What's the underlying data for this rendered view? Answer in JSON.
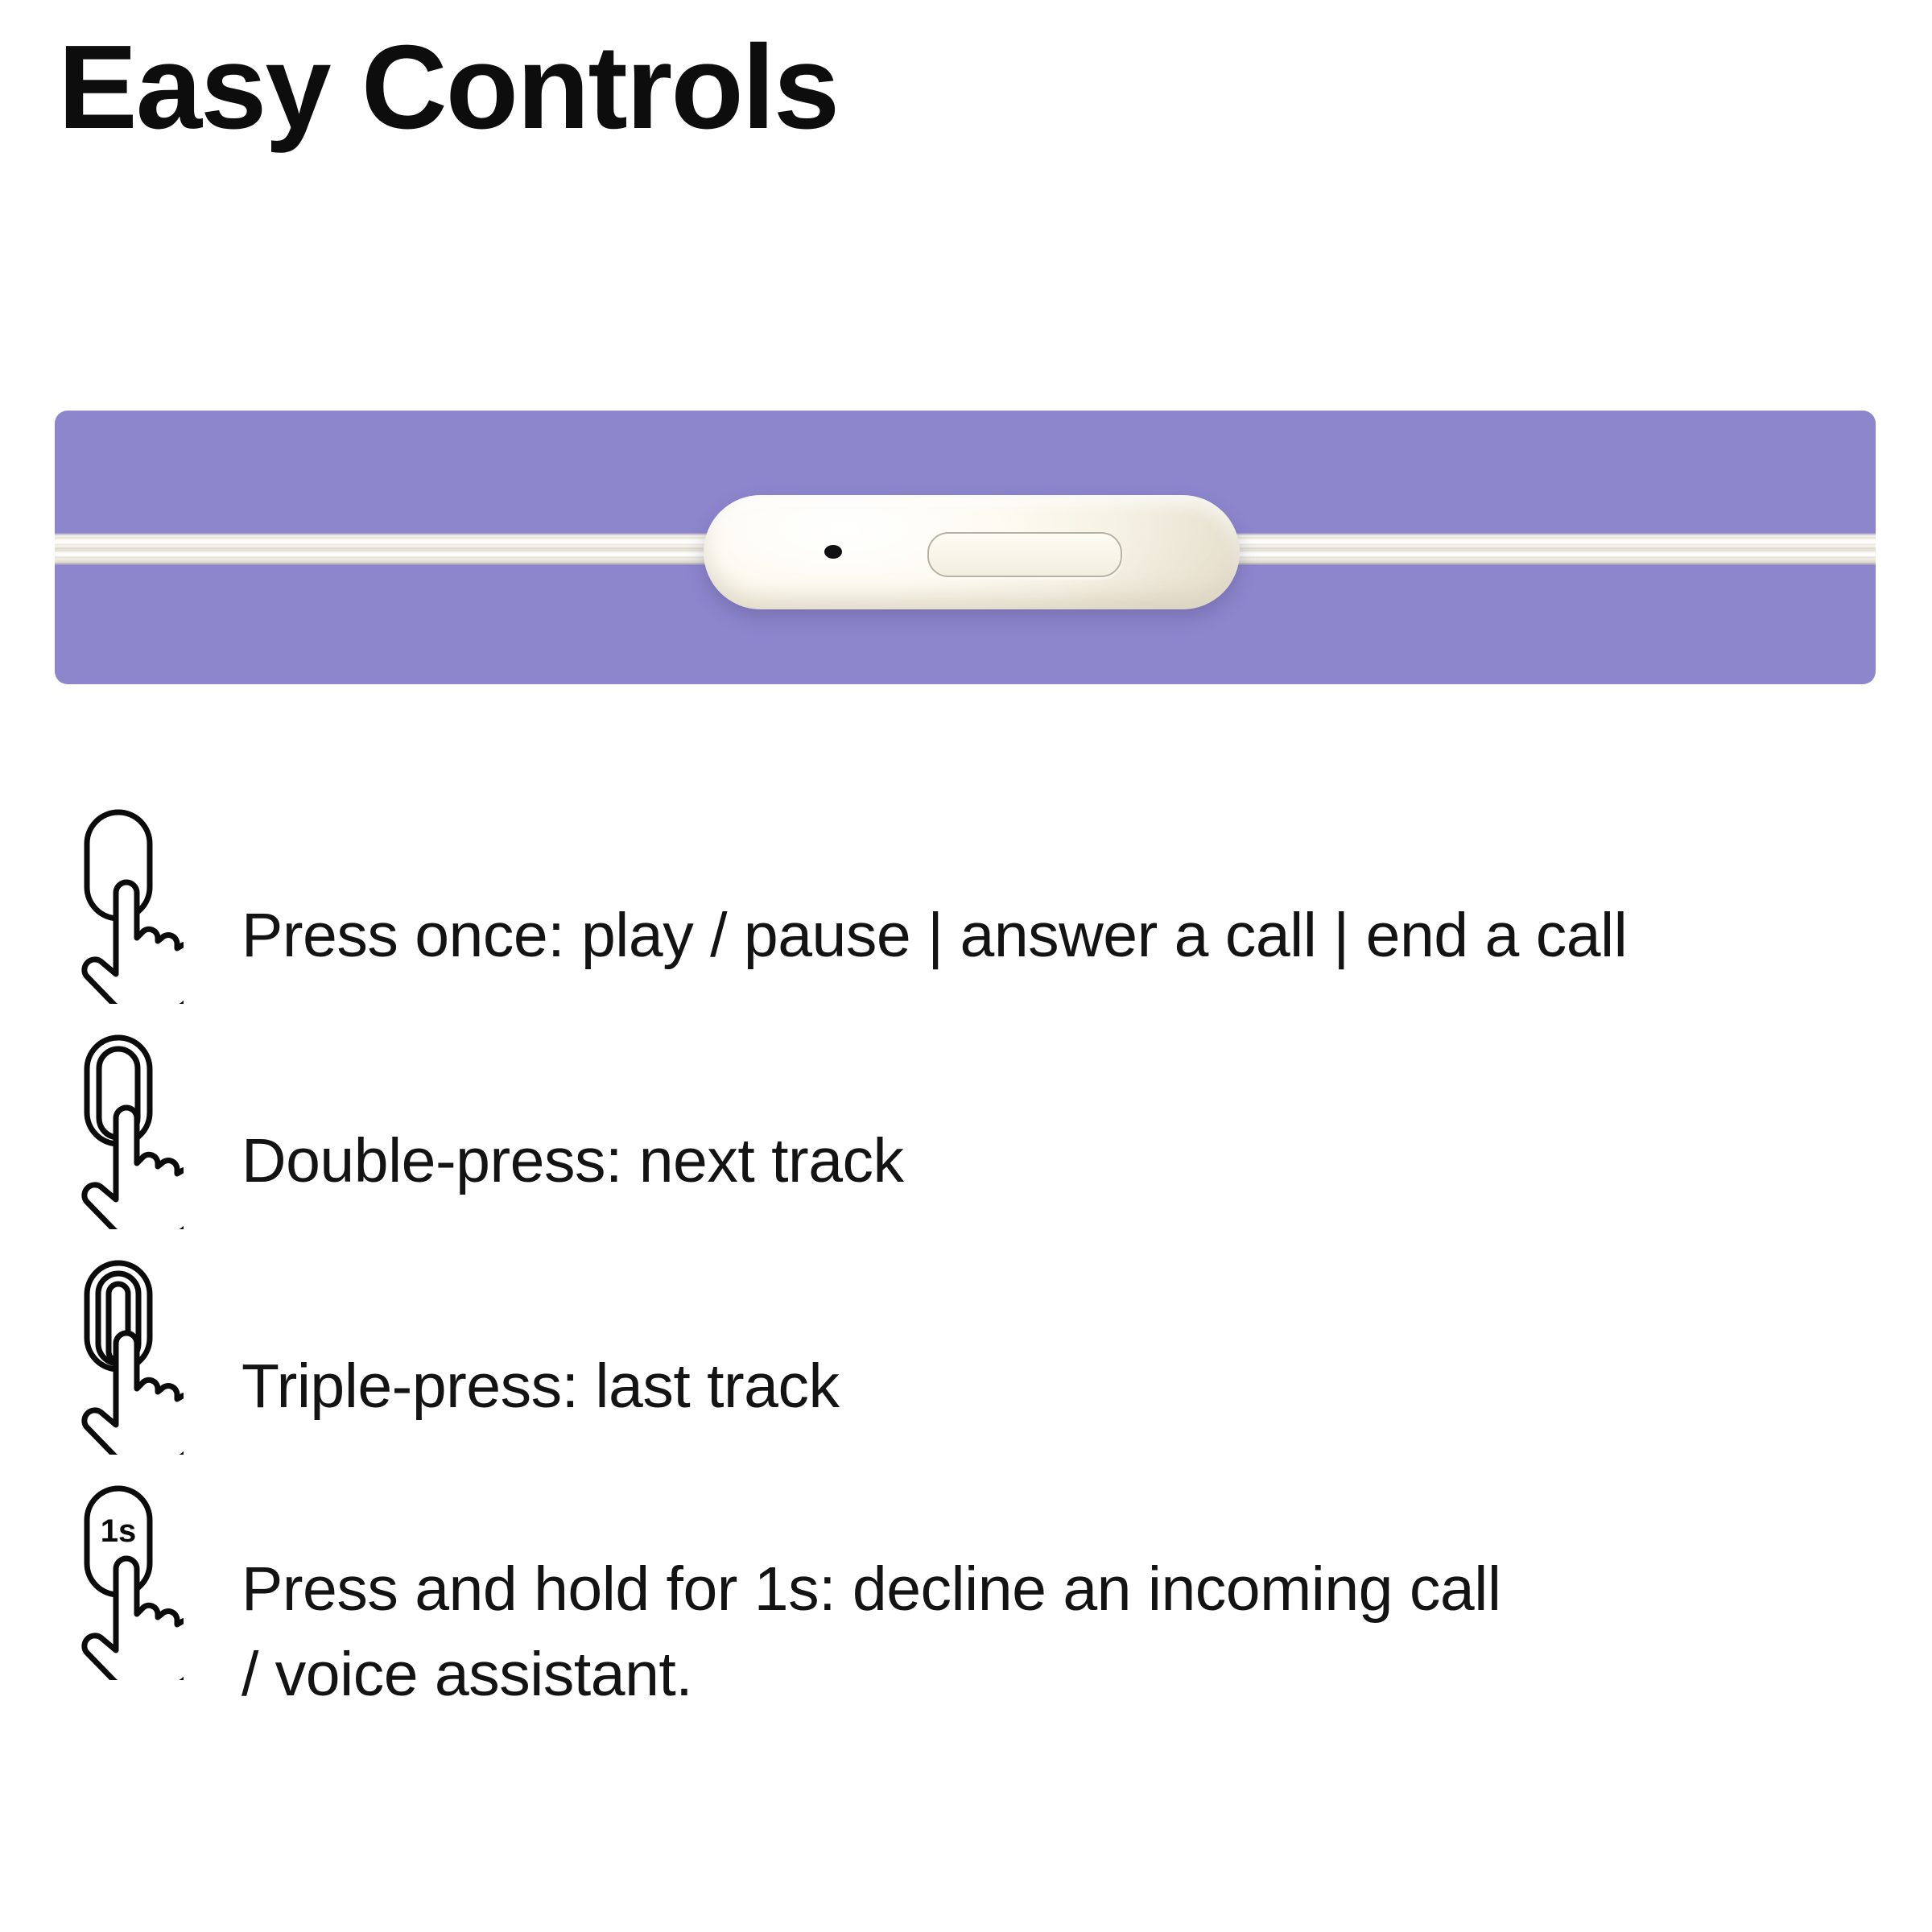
{
  "page": {
    "title": "Easy Controls",
    "background_color": "#ffffff",
    "text_color": "#131313"
  },
  "hero": {
    "name": "earphone-inline-remote-banner",
    "banner_color": "#8d86cd",
    "cable_color": "#fbf9f2",
    "module_color": "#fdfbf2",
    "parts": {
      "module": "inline-control-module",
      "microphone": "microphone-hole",
      "button": "multifunction-button"
    }
  },
  "instructions": [
    {
      "icon": "hand-press-once-icon",
      "presses": 1,
      "hold_label": "",
      "lines": [
        "Press once: play / pause | answer a call | end a call"
      ]
    },
    {
      "icon": "hand-double-press-icon",
      "presses": 2,
      "hold_label": "",
      "lines": [
        "Double-press: next track"
      ]
    },
    {
      "icon": "hand-triple-press-icon",
      "presses": 3,
      "hold_label": "",
      "lines": [
        "Triple-press: last track"
      ]
    },
    {
      "icon": "hand-press-and-hold-icon",
      "presses": 1,
      "hold_label": "1s",
      "lines": [
        "Press and hold for 1s: decline an incoming call",
        "/ voice assistant."
      ]
    }
  ]
}
